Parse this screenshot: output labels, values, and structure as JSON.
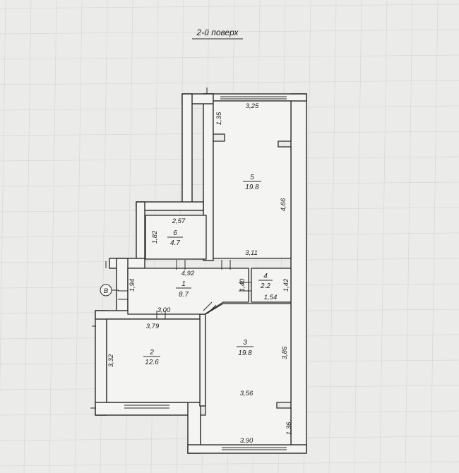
{
  "title": "2-й поверх",
  "axis_mark": "В",
  "rooms": [
    {
      "number": "5",
      "area": "19.8"
    },
    {
      "number": "6",
      "area": "4.7"
    },
    {
      "number": "1",
      "area": "8.7"
    },
    {
      "number": "4",
      "area": "2.2"
    },
    {
      "number": "2",
      "area": "12.6"
    },
    {
      "number": "3",
      "area": "19.8"
    }
  ],
  "dimensions": {
    "r5_top": "3,25",
    "r5_notch": "1,35",
    "r5_right": "4,66",
    "r5_bottom": "3,11",
    "r6_top": "2,57",
    "r6_left": "1,82",
    "hall_top": "4,92",
    "hall_left": "1,94",
    "hall_right": "1,40",
    "hall_bottom": "3,00",
    "r4_right": "1,42",
    "r4_bottom": "1,54",
    "r2_top": "3,79",
    "r2_left": "3,32",
    "r3_right": "3,86",
    "r3_inner": "3,56",
    "r3_notch": "1,36",
    "r3_bottom": "3,90"
  }
}
